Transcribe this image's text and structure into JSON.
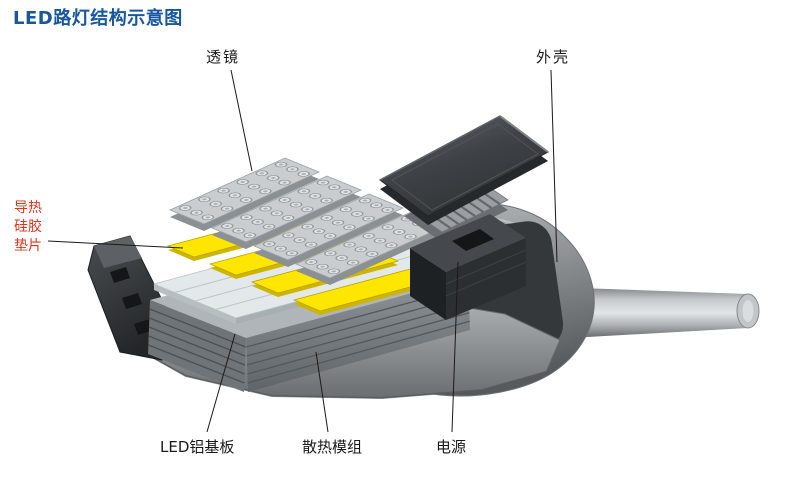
{
  "title": "LED路灯结构示意图",
  "labels": {
    "lens": "透镜",
    "housing": "外壳",
    "thermal_pad": [
      "导热",
      "硅胶",
      "垫片"
    ],
    "led_substrate": "LED铝基板",
    "heatsink": "散热模组",
    "power": "电源"
  },
  "colors": {
    "title_blue": "#1657a0",
    "label_black": "#1a1a1a",
    "pad_label_red": "#e0351b",
    "pad_yellow": "#ffe600"
  }
}
